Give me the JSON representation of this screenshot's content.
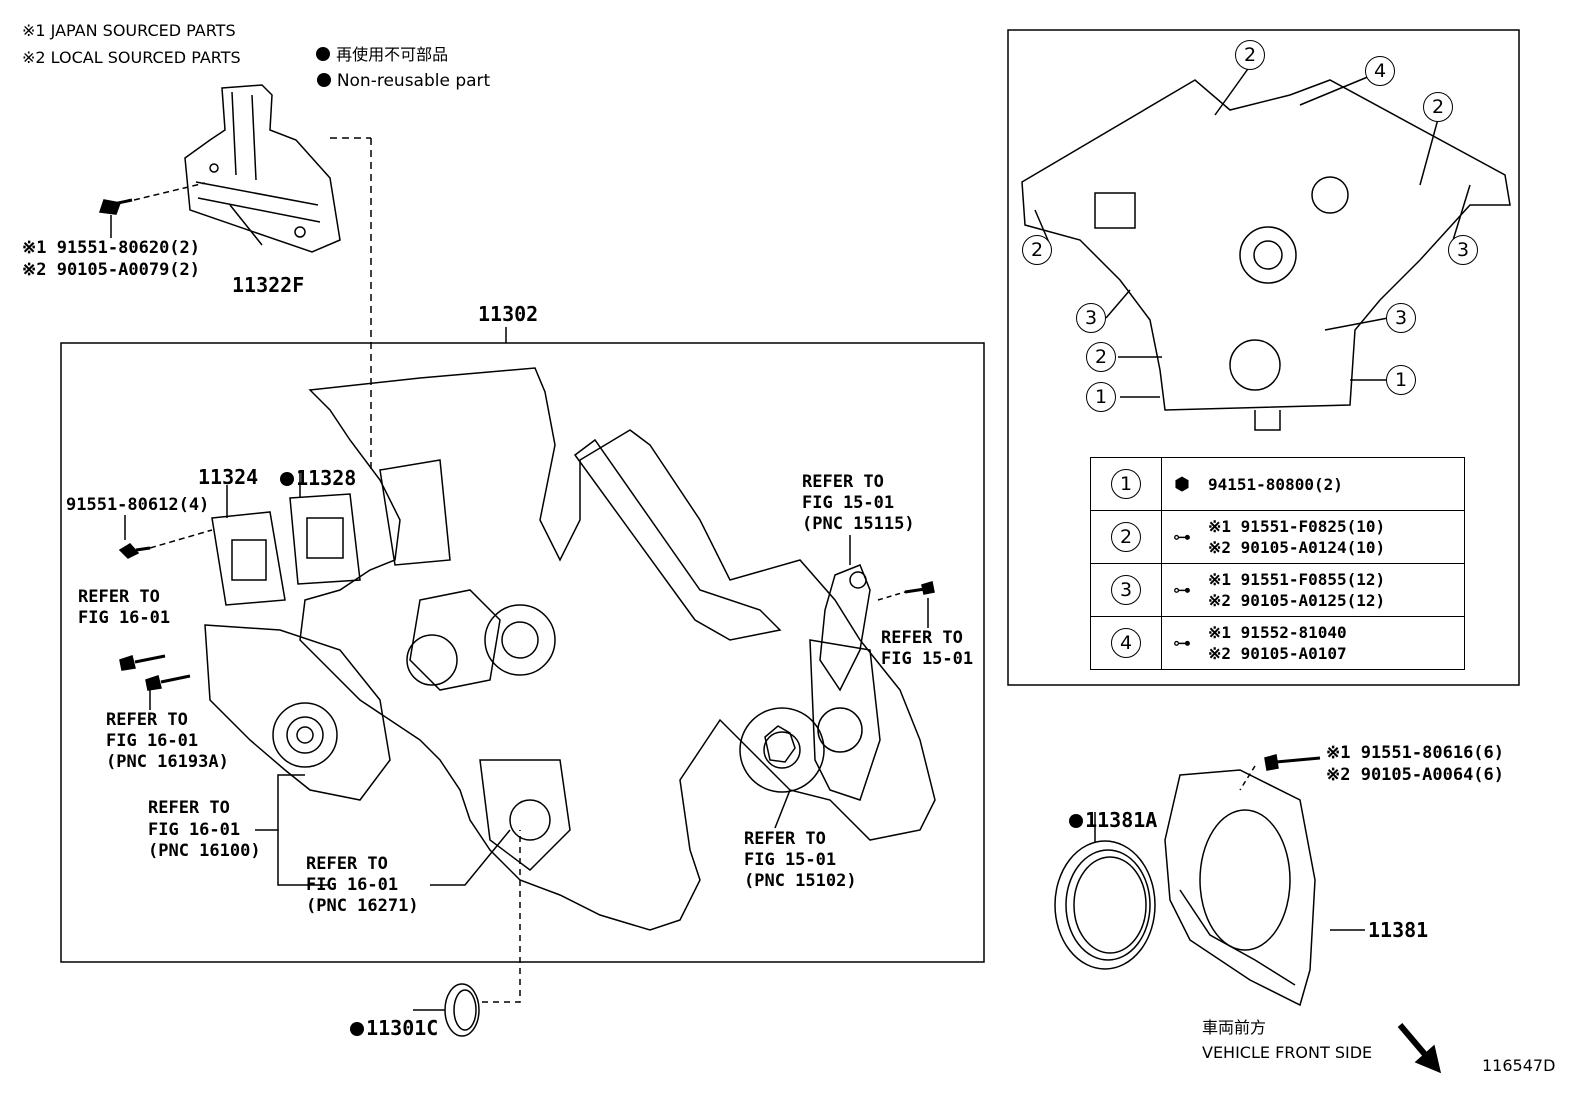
{
  "legend": {
    "japan": "※1 JAPAN SOURCED PARTS",
    "local": "※2 LOCAL SOURCED PARTS",
    "nonreuse_jp": "再使用不可部品",
    "nonreuse_en": "Non-reusable part"
  },
  "bracket": {
    "bolt_1": "※1 91551-80620(2)",
    "bolt_2": "※2 90105-A0079(2)",
    "part": "11322F"
  },
  "main": {
    "cover": "11302",
    "gasket_a": "11324",
    "gasket_b": "11328",
    "bolt": "91551-80612(4)",
    "ref_16_01_a": [
      "REFER TO",
      "FIG 16-01"
    ],
    "ref_16_01_b": [
      "REFER TO",
      "FIG 16-01",
      "(PNC 16193A)"
    ],
    "ref_16_01_c": [
      "REFER TO",
      "FIG 16-01",
      "(PNC 16100)"
    ],
    "ref_16_01_d": [
      "REFER TO",
      "FIG 16-01",
      "(PNC 16271)"
    ],
    "ref_15_01_a": [
      "REFER TO",
      "FIG 15-01",
      "(PNC 15115)"
    ],
    "ref_15_01_b": [
      "REFER TO",
      "FIG 15-01"
    ],
    "ref_15_01_c": [
      "REFER TO",
      "FIG 15-01",
      "(PNC 15102)"
    ],
    "seal_small": "11301C"
  },
  "rear": {
    "seal": "11381A",
    "retainer": "11381",
    "bolt_1": "※1 91551-80616(6)",
    "bolt_2": "※2 90105-A0064(6)"
  },
  "inset": {
    "callouts": [
      "1",
      "2",
      "3",
      "4"
    ],
    "table": [
      {
        "num": "1",
        "parts": [
          "94151-80800(2)"
        ]
      },
      {
        "num": "2",
        "parts": [
          "※1 91551-F0825(10)",
          "※2 90105-A0124(10)"
        ]
      },
      {
        "num": "3",
        "parts": [
          "※1 91551-F0855(12)",
          "※2 90105-A0125(12)"
        ]
      },
      {
        "num": "4",
        "parts": [
          "※1 91552-81040",
          "※2 90105-A0107"
        ]
      }
    ]
  },
  "footer": {
    "front_jp": "車両前方",
    "front_en": "VEHICLE FRONT SIDE",
    "code": "116547D"
  }
}
